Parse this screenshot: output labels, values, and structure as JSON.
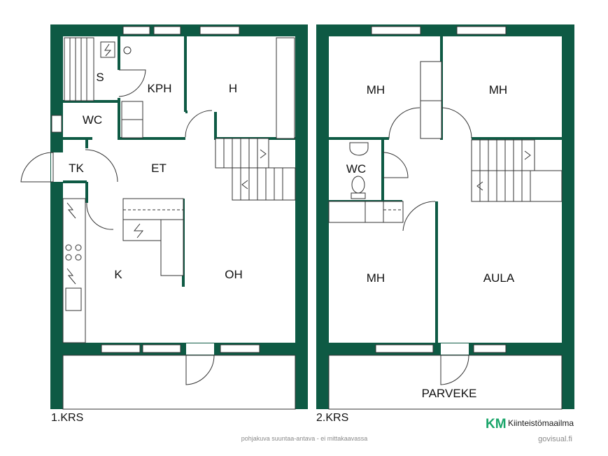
{
  "floor1": {
    "label": "1.KRS",
    "rooms": {
      "sauna": "S",
      "bathroom": "KPH",
      "bedroom": "H",
      "wc": "WC",
      "storage": "TK",
      "hall": "ET",
      "kitchen": "K",
      "living_room": "OH"
    }
  },
  "floor2": {
    "label": "2.KRS",
    "rooms": {
      "bedroom_1": "MH",
      "bedroom_2": "MH",
      "wc": "WC",
      "bedroom_3": "MH",
      "lobby": "AULA",
      "balcony": "PARVEKE"
    }
  },
  "footer": {
    "disclaimer": "pohjakuva suuntaa-antava - ei mittakaavassa",
    "brand_mark": "KM",
    "brand_name": "Kiinteistömaailma",
    "credit": "govisual.fi"
  },
  "colors": {
    "wall": "#0e5a44",
    "brand_green": "#1aa56a",
    "brand_dark": "#0e5a44"
  }
}
